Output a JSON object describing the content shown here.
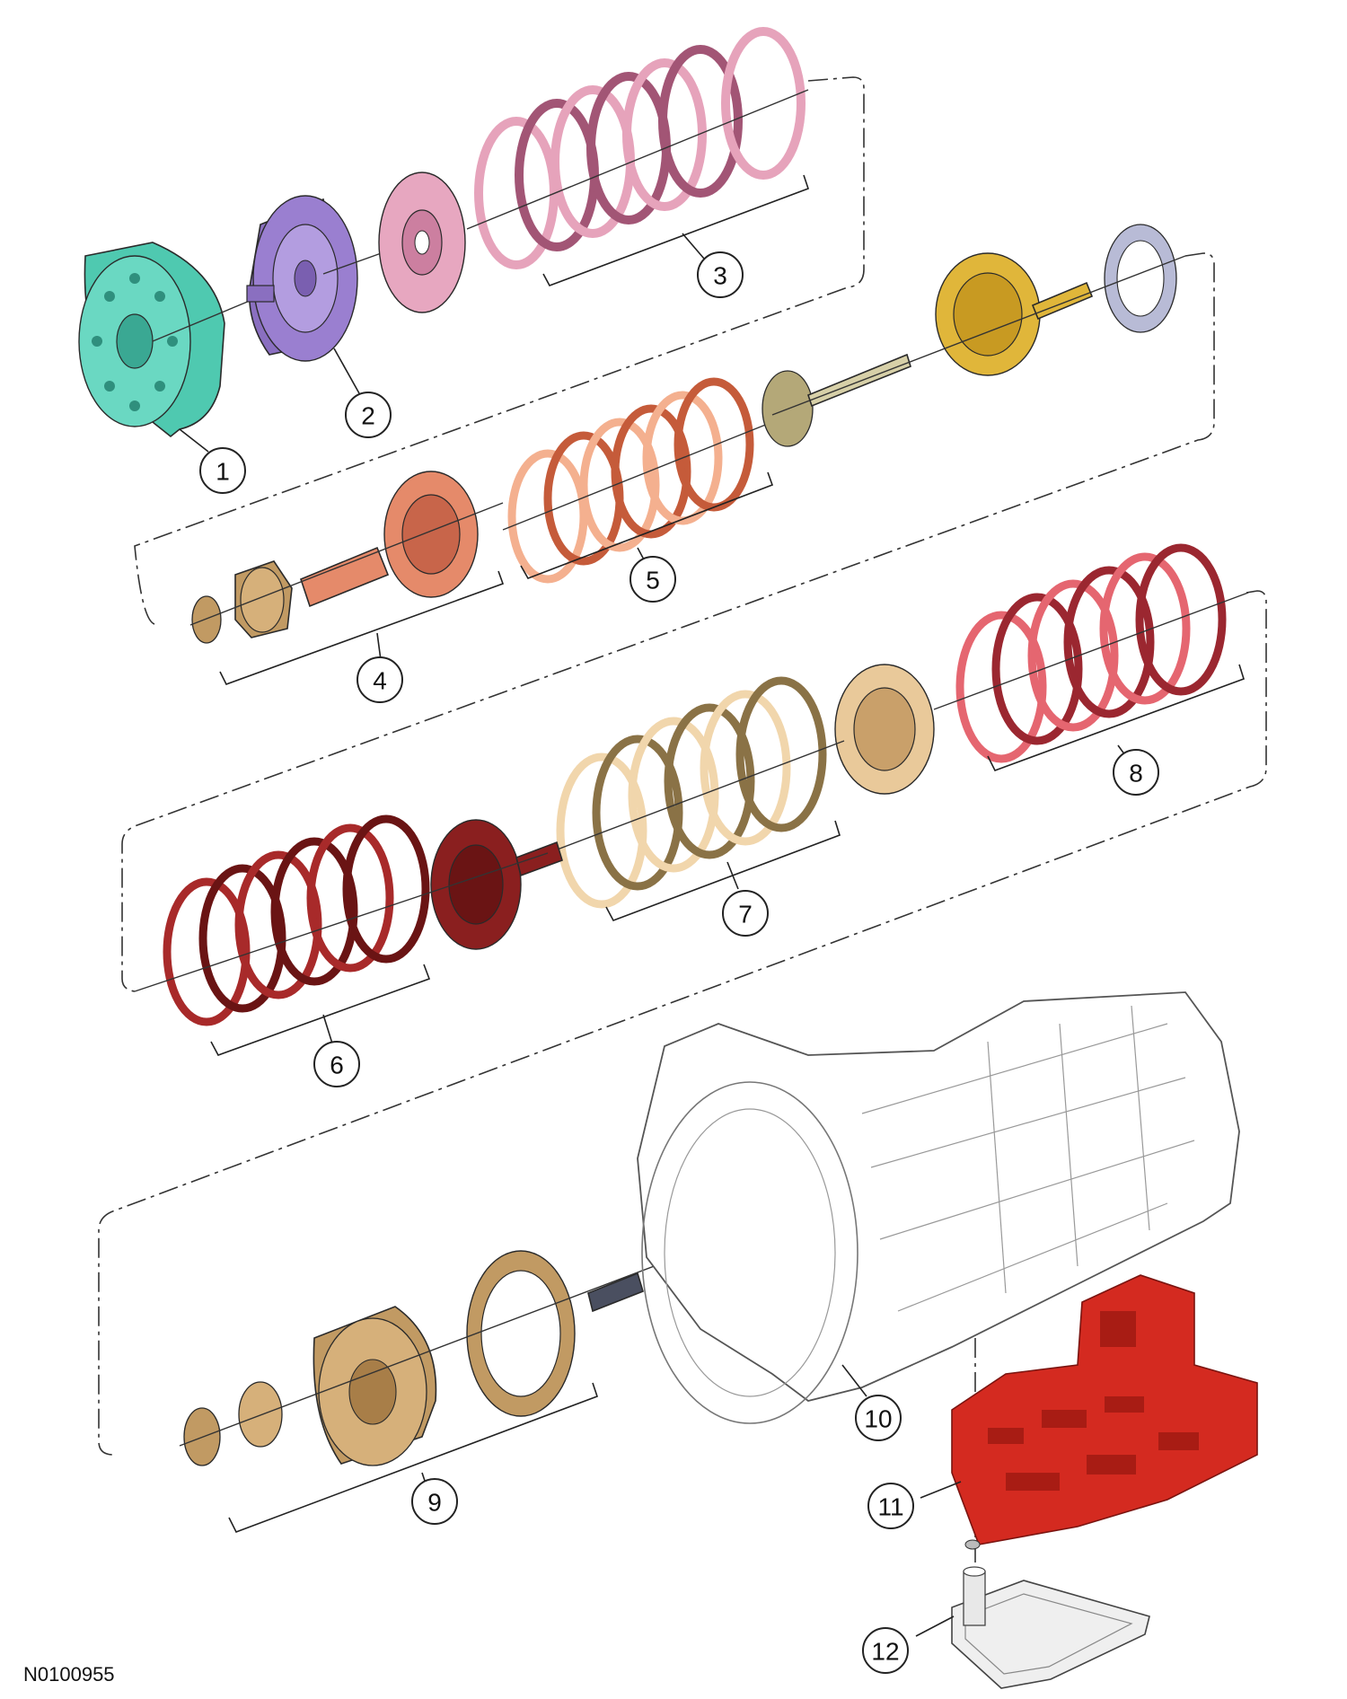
{
  "figure_id": "N0100955",
  "callouts": [
    "1",
    "2",
    "3",
    "4",
    "5",
    "6",
    "7",
    "8",
    "9",
    "10",
    "11",
    "12"
  ],
  "colors": {
    "part1": "#4fc9b0",
    "part2": "#9a7fd0",
    "part3": "#d88aa8",
    "part4": "#e58a6a",
    "part5": "#ef9a70",
    "part6": "#8a1f1f",
    "part7": "#e9c99a",
    "part8": "#d9434d",
    "part9": "#c19a63",
    "part10": "#ffffff",
    "part11": "#d42a20",
    "part12": "#e8e8e8",
    "shaft_yellow": "#e0b63a",
    "shaft_olive": "#b4a878",
    "ring_gray": "#b8bbd6"
  }
}
